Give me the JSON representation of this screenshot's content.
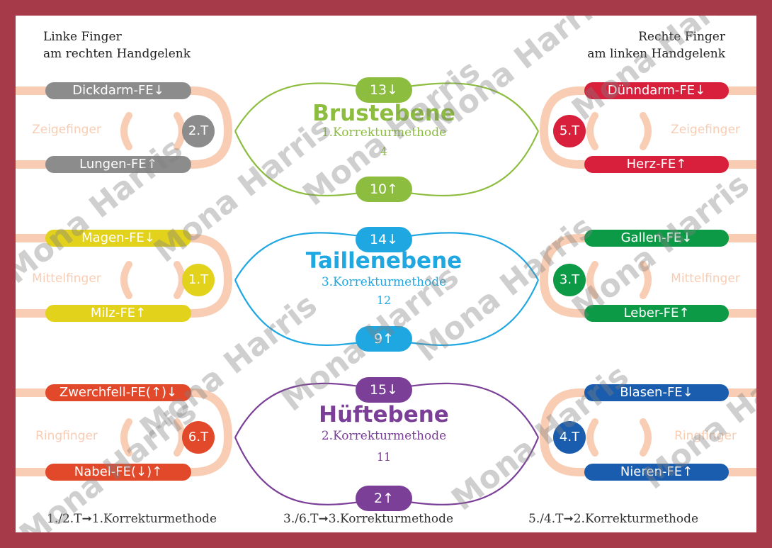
{
  "headers": {
    "left": [
      "Linke Finger",
      "am rechten Handgelenk"
    ],
    "right": [
      "Rechte Finger",
      "am linken Handgelenk"
    ]
  },
  "colors": {
    "background": "#a63a48",
    "brust": "#8cbd3f",
    "taille": "#1ea7e1",
    "huefte": "#7b3f98",
    "finger_band": "#f8cdb3",
    "gray": "#8c8c8c",
    "yellow": "#e3d21c",
    "orange_red": "#e2482a",
    "crimson": "#d8203d",
    "green": "#0c9a47",
    "blue": "#1a5cad"
  },
  "planes": [
    {
      "title": "Brustebene",
      "method": "1.Korrekturmethode",
      "number": "4",
      "top": "13↓",
      "bottom": "10↑",
      "color": "#8cbd3f"
    },
    {
      "title": "Taillenebene",
      "method": "3.Korrekturmethode",
      "number": "12",
      "top": "14↓",
      "bottom": "9↑",
      "color": "#1ea7e1"
    },
    {
      "title": "Hüftebene",
      "method": "2.Korrekturmethode",
      "number": "11",
      "top": "15↓",
      "bottom": "2↑",
      "color": "#7b3f98"
    }
  ],
  "left": [
    {
      "finger": "Zeigefinger",
      "top": "Dickdarm-FE↓",
      "bottom": "Lungen-FE↑",
      "circle": "2.T",
      "color": "#8c8c8c"
    },
    {
      "finger": "Mittelfinger",
      "top": "Magen-FE↓",
      "bottom": "Milz-FE↑",
      "circle": "1.T",
      "color": "#e3d21c"
    },
    {
      "finger": "Ringfinger",
      "top": "Zwerchfell-FE(↑)↓",
      "bottom": "Nabel-FE(↓)↑",
      "circle": "6.T",
      "color": "#e2482a"
    }
  ],
  "right": [
    {
      "finger": "Zeigefinger",
      "top": "Dünndarm-FE↓",
      "bottom": "Herz-FE↑",
      "circle": "5.T",
      "color": "#d8203d"
    },
    {
      "finger": "Mittelfinger",
      "top": "Gallen-FE↓",
      "bottom": "Leber-FE↑",
      "circle": "3.T",
      "color": "#0c9a47"
    },
    {
      "finger": "Ringfinger",
      "top": "Blasen-FE↓",
      "bottom": "Nieren-FE↑",
      "circle": "4.T",
      "color": "#1a5cad"
    }
  ],
  "footer": [
    "1./2.T➞1.Korrekturmethode",
    "3./6.T➞3.Korrekturmethode",
    "5./4.T➞2.Korrekturmethode"
  ],
  "watermark": "Mona Harris"
}
